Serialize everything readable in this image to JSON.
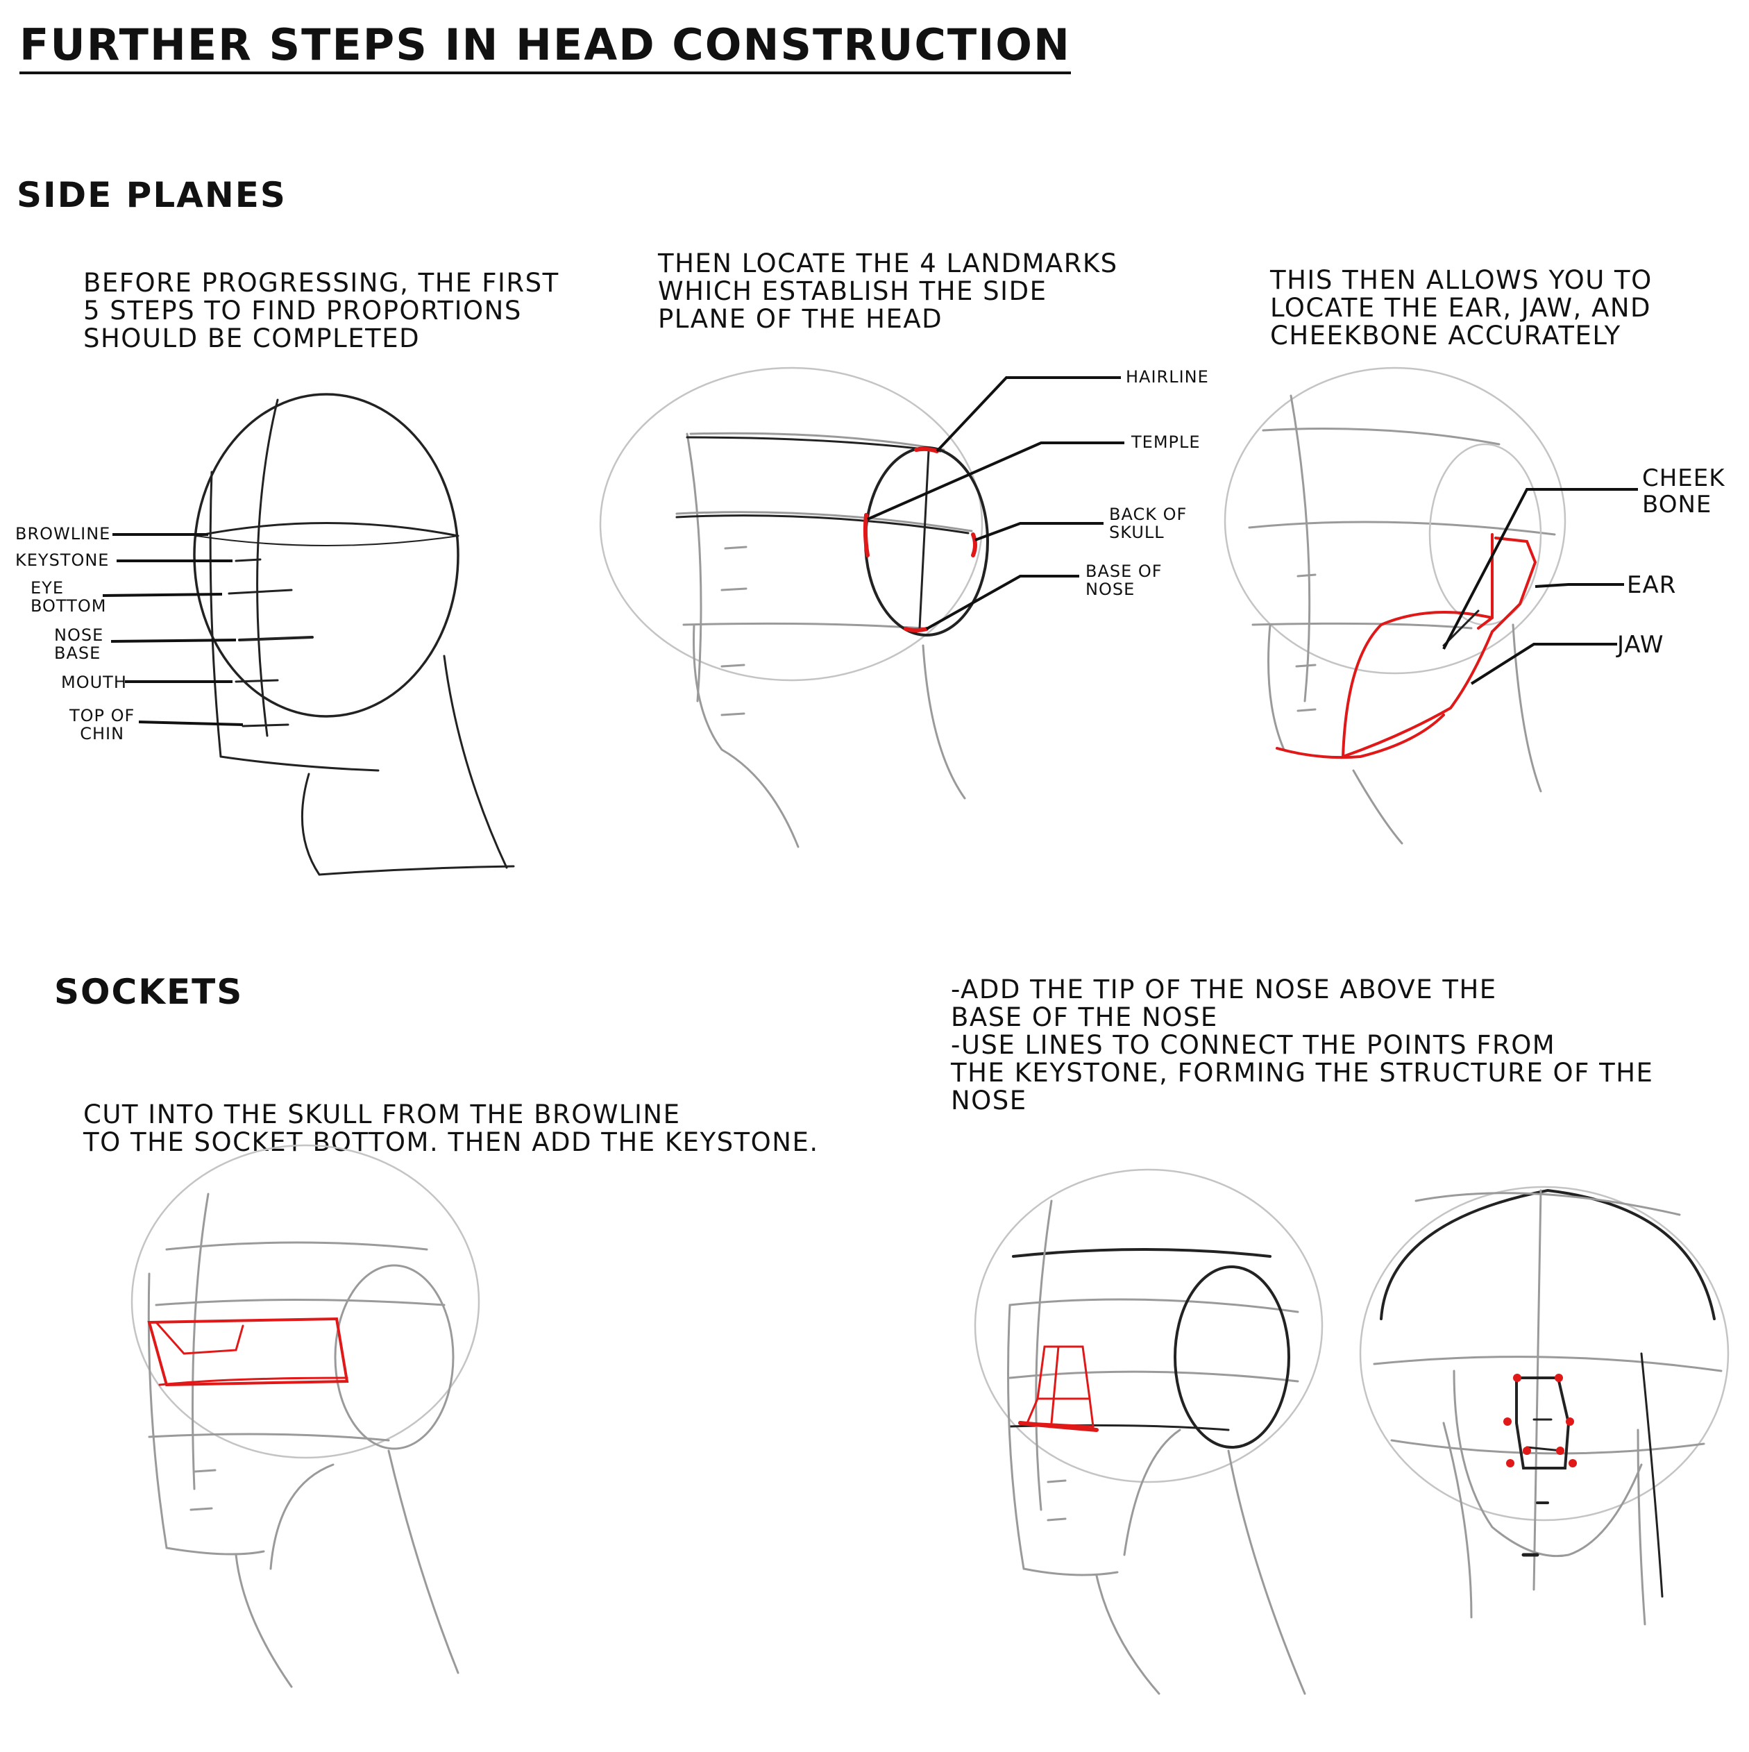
{
  "title": "FURTHER STEPS IN HEAD CONSTRUCTION",
  "side_planes": {
    "heading": "SIDE PLANES",
    "step1": {
      "text": [
        "BEFORE PROGRESSING, THE FIRST",
        "5 STEPS TO FIND PROPORTIONS",
        "SHOULD BE COMPLETED"
      ],
      "labels": {
        "browline": "BROWLINE",
        "keystone": "KEYSTONE",
        "eye_bottom": [
          "EYE",
          "BOTTOM"
        ],
        "nose_base": [
          "NOSE",
          "BASE"
        ],
        "mouth": "MOUTH",
        "top_of_chin": [
          "TOP OF",
          "CHIN"
        ]
      }
    },
    "step2": {
      "text": [
        "THEN LOCATE THE 4 LANDMARKS",
        "WHICH ESTABLISH THE SIDE",
        "PLANE OF THE HEAD"
      ],
      "labels": {
        "hairline": "HAIRLINE",
        "temple": "TEMPLE",
        "back_of_skull": [
          "BACK OF",
          "SKULL"
        ],
        "base_of_nose": [
          "BASE OF",
          "NOSE"
        ]
      }
    },
    "step3": {
      "text": [
        "THIS THEN ALLOWS YOU TO",
        "LOCATE THE EAR, JAW, AND",
        "CHEEKBONE ACCURATELY"
      ],
      "labels": {
        "cheek_bone": [
          "CHEEK",
          "BONE"
        ],
        "ear": "EAR",
        "jaw": "JAW"
      }
    }
  },
  "sockets": {
    "heading": "SOCKETS",
    "step1": {
      "text": [
        "CUT INTO THE SKULL FROM THE BROWLINE",
        "TO THE SOCKET BOTTOM. THEN ADD THE KEYSTONE."
      ]
    },
    "step2": {
      "text": [
        "-ADD THE TIP OF THE NOSE ABOVE THE",
        "BASE OF THE NOSE",
        "-USE LINES TO CONNECT THE POINTS FROM",
        "THE KEYSTONE, FORMING THE STRUCTURE OF THE",
        "NOSE"
      ]
    }
  },
  "colors": {
    "ink": "#111111",
    "sketch_gray": "#9a9a9a",
    "highlight_red": "#e01818"
  }
}
